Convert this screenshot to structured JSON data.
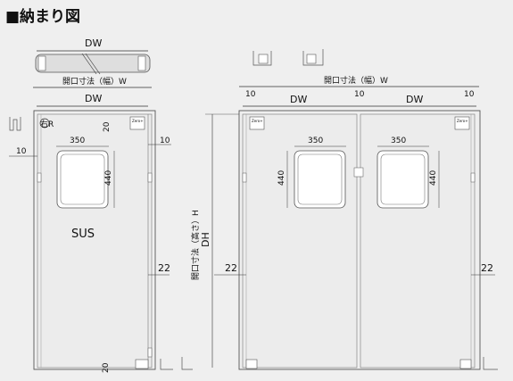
{
  "title": "■納まり図",
  "labels": {
    "dw": "DW",
    "opening_w": "開口寸法（幅）W",
    "opening_h": "開口寸法（高さ）H",
    "dh": "DH",
    "material": "SUS",
    "hinge_side": "右R",
    "logo": "Zero+"
  },
  "dims": {
    "d10": "10",
    "d20": "20",
    "d22": "22",
    "d350": "350",
    "d440": "440"
  },
  "colors": {
    "line": "#333333",
    "frame": "#b8b8b8",
    "panel": "#e2e2e2"
  }
}
